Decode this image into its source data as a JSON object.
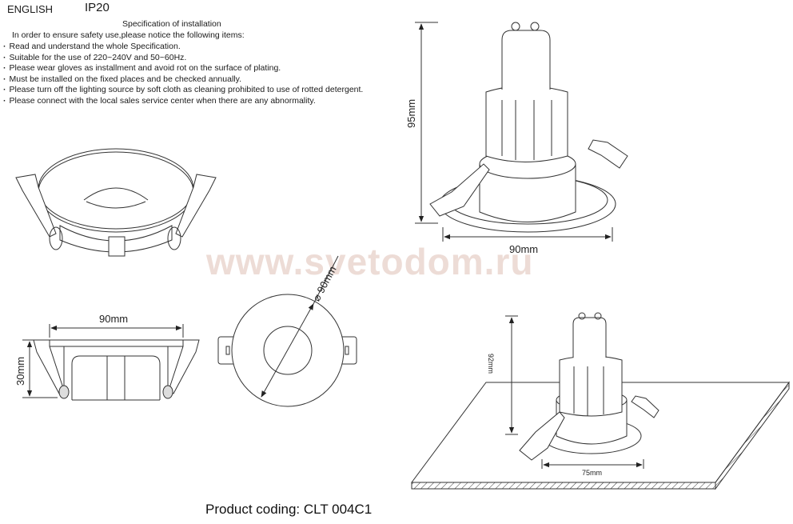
{
  "header": {
    "language": "ENGLISH",
    "ip_rating": "IP20"
  },
  "specification": {
    "title": "Specification of installation",
    "intro": "In order to ensure safety use,please notice the following items:",
    "items": [
      "Read and understand the whole Specification.",
      "Suitable for the use of 220~240V and 50~60Hz.",
      "Please wear gloves as installment and avoid rot on the surface of plating.",
      "Must be installed on the fixed places and be checked annually.",
      "Please turn off the lighting source by soft cloth as cleaning prohibited to use of rotted detergent.",
      "Please connect with the local sales service center when there are any abnormality."
    ]
  },
  "watermark": "www.svetodom.ru",
  "drawings": {
    "perspective_top": {
      "height": "95mm",
      "width": "90mm"
    },
    "side_view": {
      "width": "90mm",
      "height": "30mm"
    },
    "top_view": {
      "diameter": "⌀ 90mm"
    },
    "installed_view": {
      "height": "92mm",
      "cutout": "75mm"
    }
  },
  "footer": {
    "product_coding": "Product coding: CLT 004C1"
  }
}
